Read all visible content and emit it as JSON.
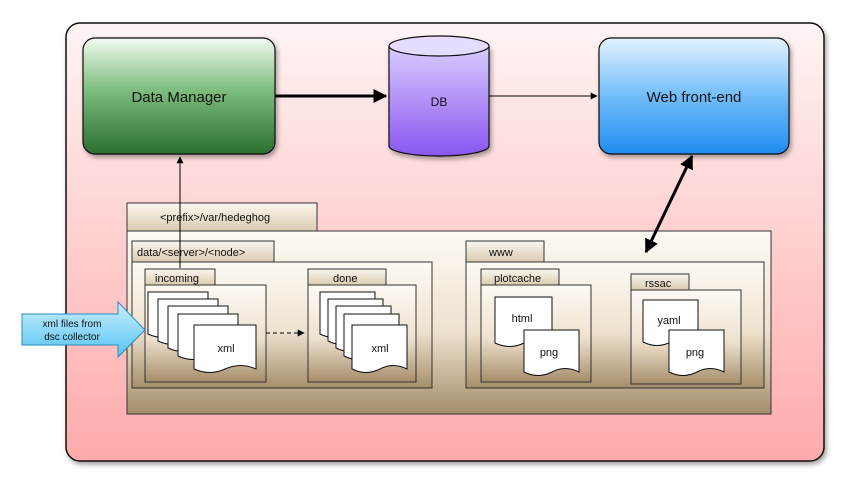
{
  "nodes": {
    "data_manager": "Data Manager",
    "db": "DB",
    "web_frontend": "Web front-end"
  },
  "folders": {
    "prefix": "<prefix>/var/hedeghog",
    "data_dir": "data/<server>/<node>",
    "incoming": "incoming",
    "done": "done",
    "www": "www",
    "plotcache": "plotcache",
    "rssac": "rssac"
  },
  "files": {
    "incoming_file": "xml",
    "done_file": "xml",
    "plotcache_file1": "html",
    "plotcache_file2": "png",
    "rssac_file1": "yaml",
    "rssac_file2": "png"
  },
  "input_arrow": {
    "line1": "xml files from",
    "line2": "dsc collector"
  }
}
